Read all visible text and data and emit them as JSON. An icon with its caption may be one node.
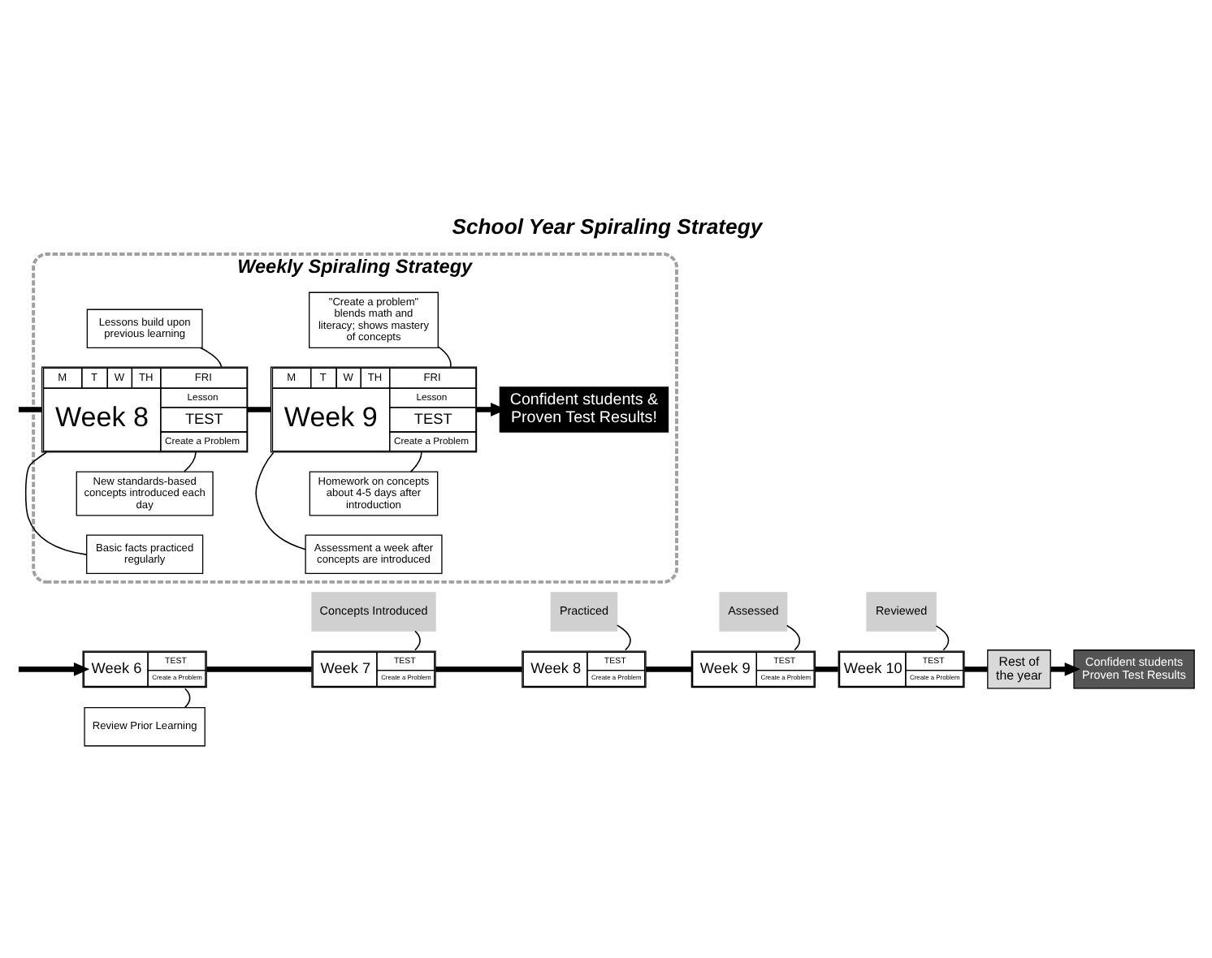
{
  "diagram": {
    "title": "School Year Spiraling Strategy",
    "nodes": [
      {
        "text": [
          "Week 6",
          "TEST",
          "Create a Problem"
        ]
      },
      {
        "text": [
          "Week 7",
          "TEST",
          "Create a Problem"
        ]
      },
      {
        "text": [
          "Week 8",
          "TEST",
          "Create a Problem"
        ]
      },
      {
        "text": [
          "Week 9",
          "TEST",
          "Create a Problem"
        ]
      },
      {
        "text": [
          "Week 10",
          "TEST",
          "Create a Problem"
        ]
      },
      {
        "text": [
          "Rest of the year"
        ]
      },
      {
        "text": [
          "Confident students Proven Test Results"
        ]
      },
      {
        "text": [
          "Concepts Introduced"
        ]
      },
      {
        "text": [
          "Practiced"
        ]
      },
      {
        "text": [
          "Assessed"
        ]
      },
      {
        "text": [
          "Reviewed"
        ]
      },
      {
        "text": [
          "Review Prior Learning"
        ]
      },
      {
        "text": [
          "Weekly Spiraling Strategy"
        ]
      },
      {
        "text": [
          "M",
          "T",
          "W",
          "TH",
          "FRI",
          "Week 8",
          "Lesson",
          "TEST",
          "Create a Problem"
        ],
        "in": 12
      },
      {
        "text": [
          "M",
          "T",
          "W",
          "TH",
          "FRI",
          "Week 9",
          "Lesson",
          "TEST",
          "Create a Problem"
        ],
        "in": 12
      },
      {
        "text": [
          "Confident students & Proven Test Results!"
        ],
        "in": 12
      },
      {
        "text": [
          "New standards-based concepts introduced each day"
        ],
        "in": 12
      },
      {
        "text": [
          "Basic facts practiced regularly"
        ],
        "in": 12
      },
      {
        "text": [
          "Homework on concepts about 4-5 days after introduction"
        ],
        "in": 12
      },
      {
        "text": [
          "Assessment a week after concepts are introduced"
        ],
        "in": 12
      },
      {
        "text": [
          "Lessons build upon previous learning"
        ],
        "in": 12
      },
      {
        "text": [
          "\"Create a problem\" blends math and literacy; shows mastery of concepts"
        ],
        "in": 12
      }
    ],
    "edges": [
      {
        "from": null,
        "to": 0,
        "arrow": "to",
        "style": "thick"
      },
      {
        "from": 0,
        "to": 1,
        "arrow": "none",
        "style": "thick"
      },
      {
        "from": 1,
        "to": 2,
        "arrow": "none",
        "style": "thick"
      },
      {
        "from": 2,
        "to": 3,
        "arrow": "none",
        "style": "thick"
      },
      {
        "from": 3,
        "to": 4,
        "arrow": "none",
        "style": "thick"
      },
      {
        "from": 4,
        "to": 5,
        "arrow": "none",
        "style": "thick"
      },
      {
        "from": 5,
        "to": 6,
        "arrow": "to",
        "style": "thick"
      },
      {
        "from": 7,
        "to": 1,
        "arrow": "none"
      },
      {
        "from": 8,
        "to": 2,
        "arrow": "none"
      },
      {
        "from": 9,
        "to": 3,
        "arrow": "none"
      },
      {
        "from": 10,
        "to": 4,
        "arrow": "none"
      },
      {
        "from": 11,
        "to": 0,
        "arrow": "none"
      },
      {
        "from": null,
        "to": 13,
        "arrow": "none",
        "style": "thick"
      },
      {
        "from": 13,
        "to": 14,
        "arrow": "none",
        "style": "thick"
      },
      {
        "from": 14,
        "to": 15,
        "arrow": "to",
        "style": "thick"
      },
      {
        "from": 16,
        "to": 13,
        "arrow": "none"
      },
      {
        "from": 17,
        "to": 13,
        "arrow": "none"
      },
      {
        "from": 18,
        "to": 14,
        "arrow": "none"
      },
      {
        "from": 19,
        "to": 14,
        "arrow": "none"
      },
      {
        "from": 20,
        "to": 13,
        "arrow": "none"
      },
      {
        "from": 21,
        "to": 14,
        "arrow": "none"
      }
    ]
  }
}
